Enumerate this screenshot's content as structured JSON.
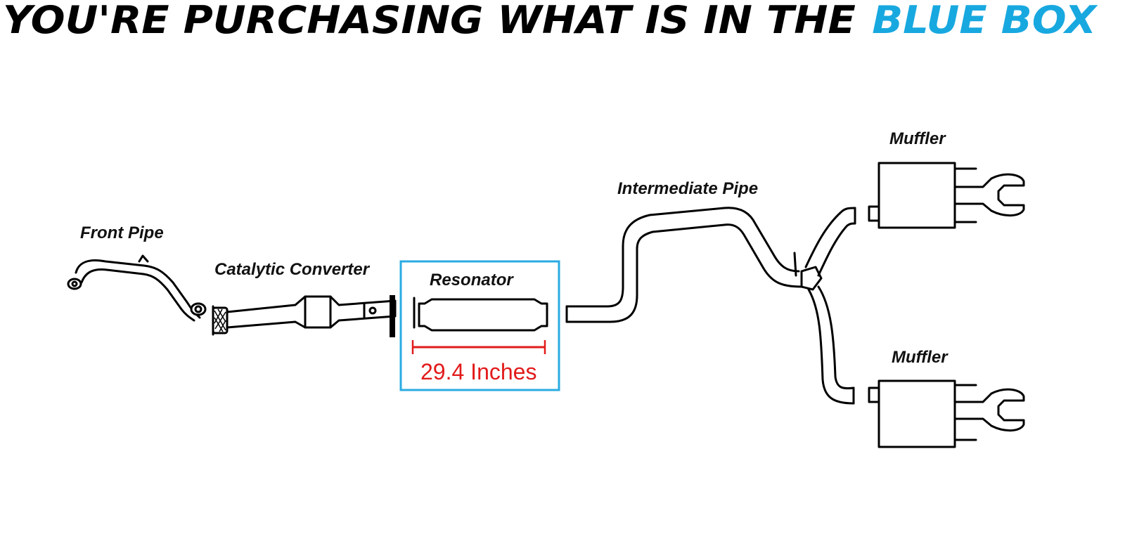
{
  "headline": {
    "prefix": "YOU'RE PURCHASING WHAT IS IN THE",
    "highlight": "BLUE BOX",
    "highlight_color": "#18a8e0"
  },
  "diagram": {
    "box_color": "#29abe2",
    "measure_color": "#e21b1b",
    "labels": {
      "front_pipe": "Front Pipe",
      "catalytic_converter": "Catalytic Converter",
      "resonator": "Resonator",
      "intermediate_pipe": "Intermediate Pipe",
      "muffler_top": "Muffler",
      "muffler_bottom": "Muffler"
    },
    "measurement": "29.4 Inches"
  }
}
